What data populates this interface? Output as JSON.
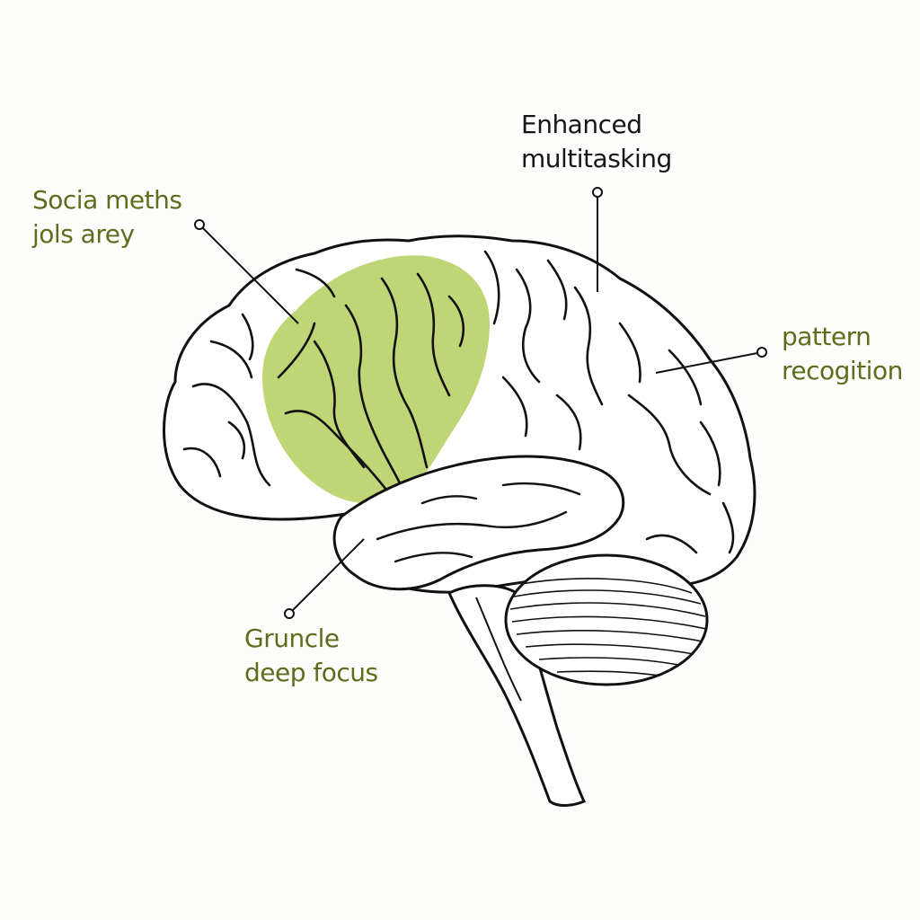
{
  "labels": {
    "social": {
      "line1": "Socia meths",
      "line2": "jols arey"
    },
    "multitasking": {
      "line1": "Enhanced",
      "line2": "multitasking"
    },
    "pattern": {
      "line1": "pattern",
      "line2": "recogition"
    },
    "focus": {
      "line1": "Gruncle",
      "line2": "deep focus"
    }
  },
  "colors": {
    "highlight": "#b9d26a",
    "label_green": "#5c6e1c",
    "label_dark": "#161616",
    "outline": "#111111"
  }
}
